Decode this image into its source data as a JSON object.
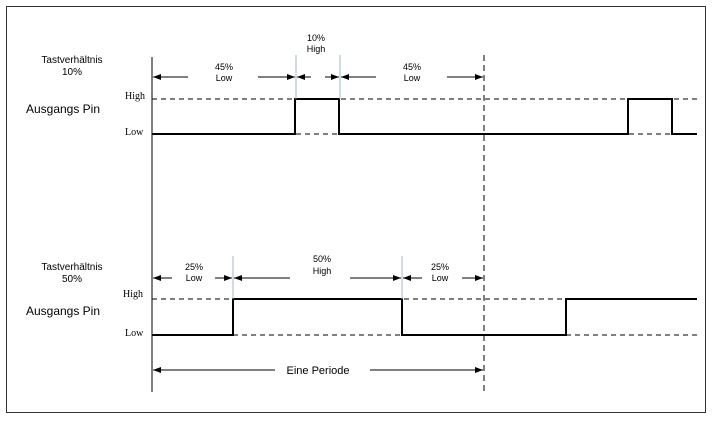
{
  "diagrams": [
    {
      "duty_title": "Tastverhältnis",
      "duty_value": "10%",
      "pin_label": "Ausgangs Pin",
      "high_label": "High",
      "low_label": "Low",
      "segments": [
        {
          "pct": "45%",
          "level": "Low"
        },
        {
          "pct": "10%",
          "level": "High"
        },
        {
          "pct": "45%",
          "level": "Low"
        }
      ]
    },
    {
      "duty_title": "Tastverhältnis",
      "duty_value": "50%",
      "pin_label": "Ausgangs Pin",
      "high_label": "High",
      "low_label": "Low",
      "segments": [
        {
          "pct": "25%",
          "level": "Low"
        },
        {
          "pct": "50%",
          "level": "High"
        },
        {
          "pct": "25%",
          "level": "Low"
        }
      ]
    }
  ],
  "period_label": "Eine Periode"
}
